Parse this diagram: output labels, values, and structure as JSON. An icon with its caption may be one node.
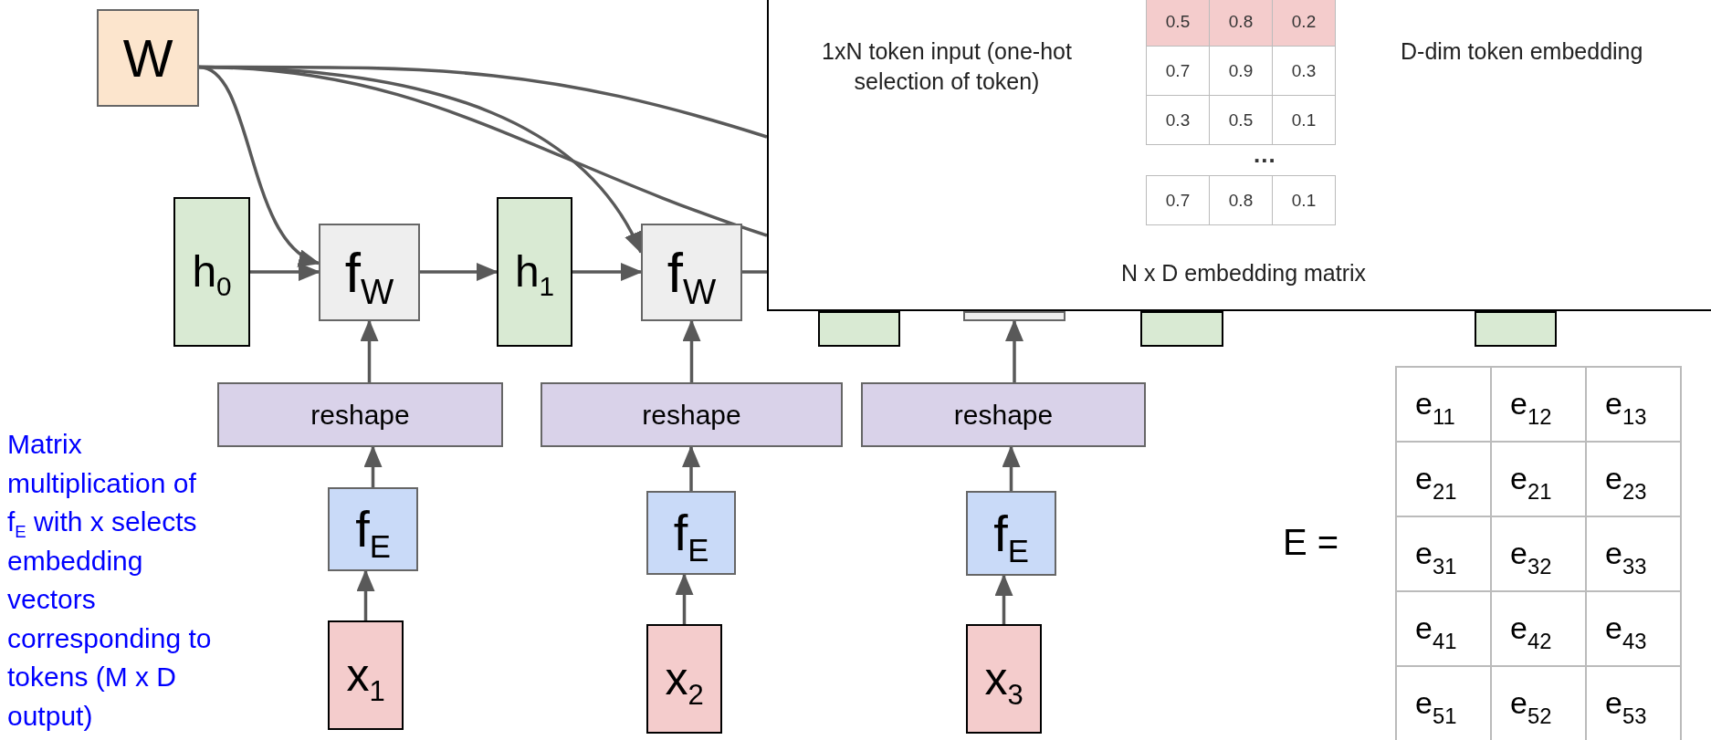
{
  "diagram": {
    "nodes": [
      {
        "text": [
          "W"
        ]
      },
      {
        "text": [
          "1xN token input (one-hot selection of token)",
          "D-dim token embedding",
          "N x D embedding matrix"
        ]
      },
      {
        "text": [
          "h$_{0}$"
        ]
      },
      {
        "text": [
          "f$_{W}$"
        ]
      },
      {
        "text": [
          "h$_{1}$"
        ]
      },
      {
        "text": [
          "f$_{W}$"
        ]
      },
      {
        "text": [],
        "shape": "box"
      },
      {
        "text": [],
        "shape": "box"
      },
      {
        "text": [],
        "shape": "box"
      },
      {
        "text": [],
        "shape": "box"
      },
      {
        "text": [
          "reshape"
        ]
      },
      {
        "text": [
          "reshape"
        ]
      },
      {
        "text": [
          "reshape"
        ]
      },
      {
        "text": [
          "f$_{E}$"
        ]
      },
      {
        "text": [
          "f$_{E}$"
        ]
      },
      {
        "text": [
          "f$_{E}$"
        ]
      },
      {
        "text": [
          "x$_{1}$"
        ]
      },
      {
        "text": [
          "x$_{2}$"
        ]
      },
      {
        "text": [
          "x$_{3}$"
        ]
      }
    ],
    "edges": [
      {
        "from": 0,
        "to": 3,
        "arrow": "to"
      },
      {
        "from": 0,
        "to": 5,
        "arrow": "to"
      },
      {
        "from": 0,
        "to": 1,
        "arrow": "none"
      },
      {
        "from": 0,
        "to": 1,
        "arrow": "none"
      },
      {
        "from": 2,
        "to": 3,
        "arrow": "to"
      },
      {
        "from": 3,
        "to": 4,
        "arrow": "to"
      },
      {
        "from": 4,
        "to": 5,
        "arrow": "to"
      },
      {
        "from": 5,
        "to": 1,
        "arrow": "none"
      },
      {
        "from": 10,
        "to": 3,
        "arrow": "to"
      },
      {
        "from": 11,
        "to": 5,
        "arrow": "to"
      },
      {
        "from": 12,
        "to": 7,
        "arrow": "to"
      },
      {
        "from": 13,
        "to": 10,
        "arrow": "to"
      },
      {
        "from": 14,
        "to": 11,
        "arrow": "to"
      },
      {
        "from": 15,
        "to": 12,
        "arrow": "to"
      },
      {
        "from": 16,
        "to": 13,
        "arrow": "to"
      },
      {
        "from": 17,
        "to": 14,
        "arrow": "to"
      },
      {
        "from": 18,
        "to": 15,
        "arrow": "to"
      }
    ],
    "labels": [
      "Matrix multiplication of f$_{E}$ with x selects embedding vectors corresponding to tokens (M x D output)",
      "0.5",
      "0.8",
      "0.2",
      "0.7",
      "0.9",
      "0.3",
      "0.3",
      "0.5",
      "0.1",
      "...",
      "0.7",
      "0.8",
      "0.1",
      "E =",
      "e$_{11}$",
      "e$_{12}$",
      "e$_{13}$",
      "e$_{21}$",
      "e$_{21}$",
      "e$_{23}$",
      "e$_{31}$",
      "e$_{32}$",
      "e$_{33}$",
      "e$_{41}$",
      "e$_{42}$",
      "e$_{43}$",
      "e$_{51}$",
      "e$_{52}$",
      "e$_{53}$"
    ]
  }
}
